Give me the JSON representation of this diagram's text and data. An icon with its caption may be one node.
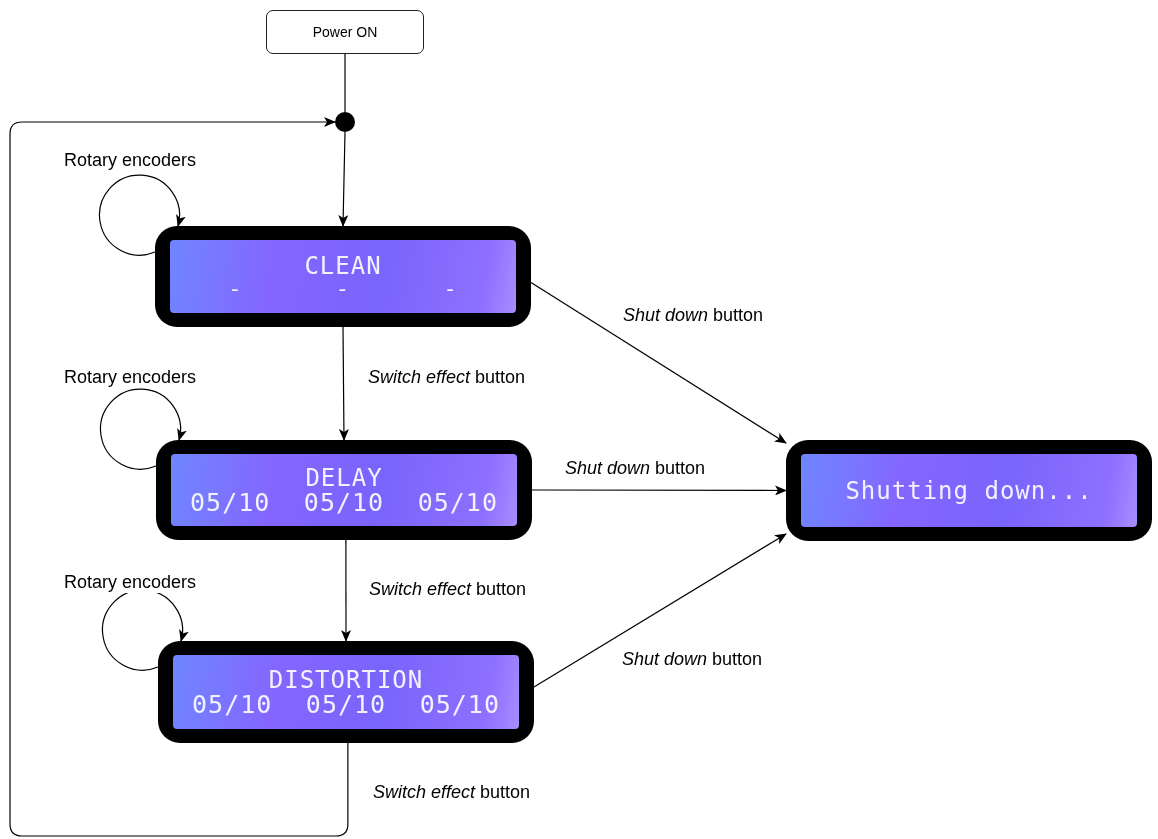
{
  "diagram": {
    "nodes": [
      {
        "text": [
          "Power ON"
        ]
      },
      {
        "text": [],
        "shape": "circle"
      },
      {
        "text": [
          "CLEAN",
          "- - -"
        ]
      },
      {
        "text": [
          "DELAY",
          "05/10 05/10 05/10"
        ]
      },
      {
        "text": [
          "DISTORTION",
          "05/10 05/10 05/10"
        ]
      },
      {
        "text": [
          "Shutting down..."
        ]
      }
    ],
    "edges": [
      {
        "from": 0,
        "to": 1,
        "arrow": "none"
      },
      {
        "from": 1,
        "to": 2,
        "arrow": "to"
      },
      {
        "from": 2,
        "to": 3,
        "arrow": "to",
        "label": "*Switch effect* button"
      },
      {
        "from": 3,
        "to": 4,
        "arrow": "to",
        "label": "*Switch effect* button"
      },
      {
        "from": 4,
        "to": 1,
        "arrow": "to",
        "label": "*Switch effect* button"
      },
      {
        "from": 2,
        "to": 2,
        "arrow": "to",
        "label": "Rotary encoders"
      },
      {
        "from": 3,
        "to": 3,
        "arrow": "to",
        "label": "Rotary encoders"
      },
      {
        "from": 4,
        "to": 4,
        "arrow": "to",
        "label": "Rotary encoders"
      },
      {
        "from": 2,
        "to": 5,
        "arrow": "to",
        "label": "*Shut down* button"
      },
      {
        "from": 3,
        "to": 5,
        "arrow": "to",
        "label": "*Shut down* button"
      },
      {
        "from": 4,
        "to": 5,
        "arrow": "to",
        "label": "*Shut down* button"
      }
    ]
  }
}
